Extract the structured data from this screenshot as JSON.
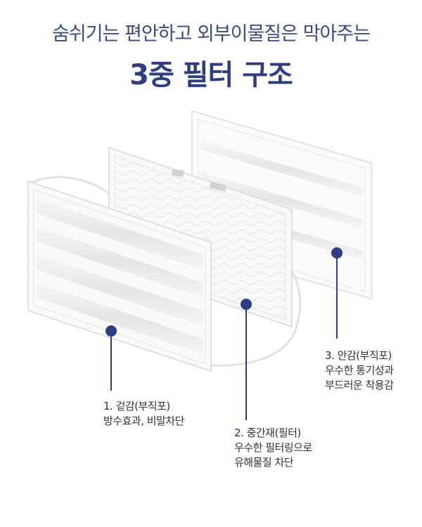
{
  "header": {
    "subtitle": "숨쉬기는 편안하고 외부이물질은 막아주는",
    "title": "3중 필터 구조"
  },
  "layers": [
    {
      "id": "outer",
      "line1": "1. 겉감(부직포)",
      "line2": "방수효과, 비말차단"
    },
    {
      "id": "middle",
      "line1": "2. 중간재(필터)",
      "line2": "우수한 필터링으로",
      "line3": "유해물질 차단"
    },
    {
      "id": "inner",
      "line1": "3. 안감(부직포)",
      "line2": "우수한 통기성과",
      "line3": "부드러운 착용감"
    }
  ],
  "colors": {
    "title": "#2f3e82",
    "marker": "#2f3e82",
    "text": "#333333"
  }
}
